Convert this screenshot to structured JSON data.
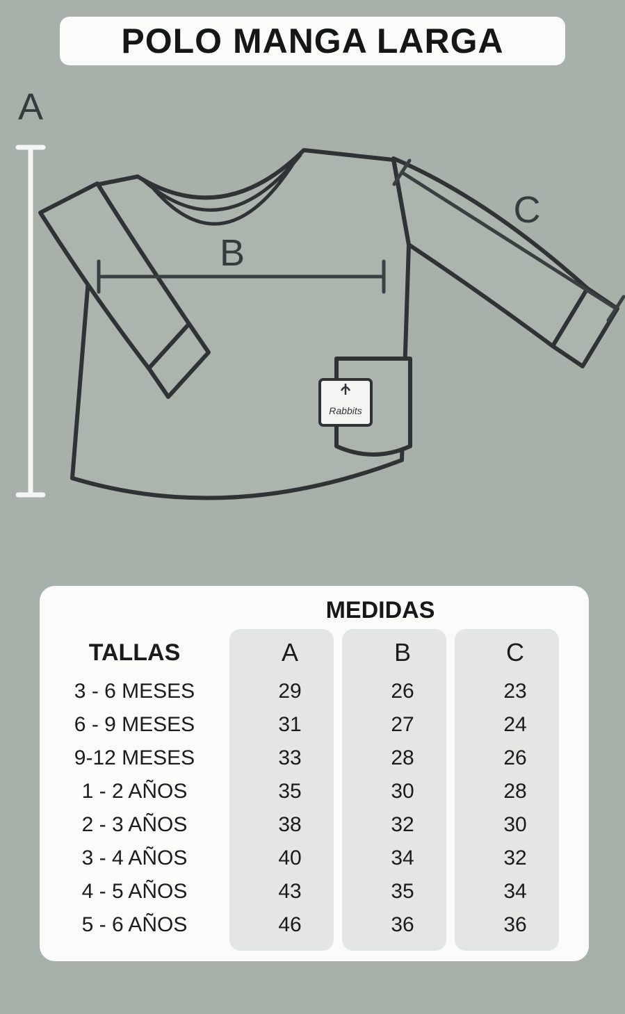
{
  "page": {
    "background_color": "#a7b1a9"
  },
  "header": {
    "title": "POLO MANGA LARGA"
  },
  "diagram": {
    "measure_a_label": "A",
    "measure_b_label": "B",
    "measure_c_label": "C",
    "tag_text": "Rabbits",
    "line_dark_color": "#3a3f41",
    "line_light_color": "#f4f6f3",
    "shirt_outline_color": "#2f3335"
  },
  "table": {
    "title": "MEDIDAS",
    "tallas_header": "TALLAS",
    "col_a": "A",
    "col_b": "B",
    "col_c": "C",
    "rows": [
      {
        "talla": "3 - 6 MESES",
        "a": "29",
        "b": "26",
        "c": "23"
      },
      {
        "talla": "6 - 9 MESES",
        "a": "31",
        "b": "27",
        "c": "24"
      },
      {
        "talla": "9-12 MESES",
        "a": "33",
        "b": "28",
        "c": "26"
      },
      {
        "talla": "1 - 2 AÑOS",
        "a": "35",
        "b": "30",
        "c": "28"
      },
      {
        "talla": "2 - 3 AÑOS",
        "a": "38",
        "b": "32",
        "c": "30"
      },
      {
        "talla": "3 - 4 AÑOS",
        "a": "40",
        "b": "34",
        "c": "32"
      },
      {
        "talla": "4 - 5 AÑOS",
        "a": "43",
        "b": "35",
        "c": "34"
      },
      {
        "talla": "5 - 6 AÑOS",
        "a": "46",
        "b": "36",
        "c": "36"
      }
    ]
  },
  "chart_data": {
    "type": "table",
    "title": "MEDIDAS",
    "columns": [
      "TALLAS",
      "A",
      "B",
      "C"
    ],
    "rows": [
      [
        "3 - 6 MESES",
        29,
        26,
        23
      ],
      [
        "6 - 9 MESES",
        31,
        27,
        24
      ],
      [
        "9-12 MESES",
        33,
        28,
        26
      ],
      [
        "1 - 2 AÑOS",
        35,
        30,
        28
      ],
      [
        "2 - 3 AÑOS",
        38,
        32,
        30
      ],
      [
        "3 - 4 AÑOS",
        40,
        34,
        32
      ],
      [
        "4 - 5 AÑOS",
        43,
        35,
        34
      ],
      [
        "5 - 6 AÑOS",
        46,
        36,
        36
      ]
    ]
  }
}
